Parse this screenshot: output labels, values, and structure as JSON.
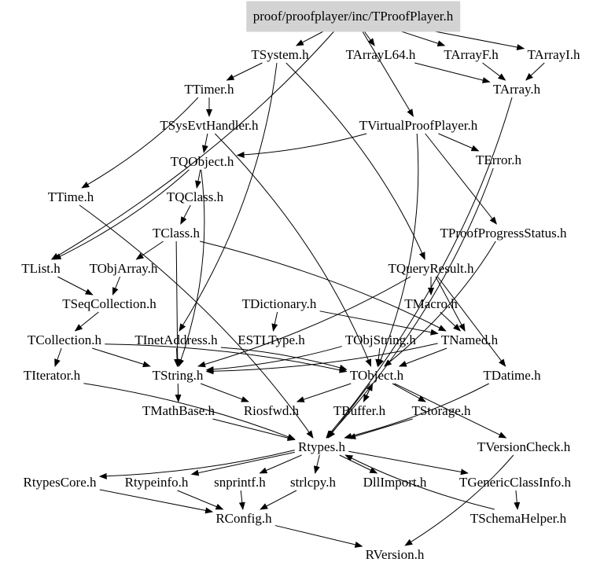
{
  "graph": {
    "title": "proof/proofplayer/inc/TProofPlayer.h",
    "colors": {
      "root_fill": "#d3d3d3",
      "edge": "#000000",
      "text": "#000000",
      "background": "#ffffff"
    },
    "nodes": [
      {
        "id": "root",
        "label": "proof/proofplayer/inc/TProofPlayer.h",
        "root": true
      },
      {
        "id": "TSystem",
        "label": "TSystem.h"
      },
      {
        "id": "TArrayL64",
        "label": "TArrayL64.h"
      },
      {
        "id": "TArrayF",
        "label": "TArrayF.h"
      },
      {
        "id": "TArrayI",
        "label": "TArrayI.h"
      },
      {
        "id": "TTimer",
        "label": "TTimer.h"
      },
      {
        "id": "TArray",
        "label": "TArray.h"
      },
      {
        "id": "TSysEvtHandler",
        "label": "TSysEvtHandler.h"
      },
      {
        "id": "TVirtualProofPlayer",
        "label": "TVirtualProofPlayer.h"
      },
      {
        "id": "TQObject",
        "label": "TQObject.h"
      },
      {
        "id": "TError",
        "label": "TError.h"
      },
      {
        "id": "TTime",
        "label": "TTime.h"
      },
      {
        "id": "TQClass",
        "label": "TQClass.h"
      },
      {
        "id": "TClass",
        "label": "TClass.h"
      },
      {
        "id": "TProofProgressStatus",
        "label": "TProofProgressStatus.h"
      },
      {
        "id": "TList",
        "label": "TList.h"
      },
      {
        "id": "TObjArray",
        "label": "TObjArray.h"
      },
      {
        "id": "TQueryResult",
        "label": "TQueryResult.h"
      },
      {
        "id": "TSeqCollection",
        "label": "TSeqCollection.h"
      },
      {
        "id": "TDictionary",
        "label": "TDictionary.h"
      },
      {
        "id": "TMacro",
        "label": "TMacro.h"
      },
      {
        "id": "TCollection",
        "label": "TCollection.h"
      },
      {
        "id": "TInetAddress",
        "label": "TInetAddress.h"
      },
      {
        "id": "ESTLType",
        "label": "ESTLType.h"
      },
      {
        "id": "TObjString",
        "label": "TObjString.h"
      },
      {
        "id": "TNamed",
        "label": "TNamed.h"
      },
      {
        "id": "TIterator",
        "label": "TIterator.h"
      },
      {
        "id": "TString",
        "label": "TString.h"
      },
      {
        "id": "TObject",
        "label": "TObject.h"
      },
      {
        "id": "TDatime",
        "label": "TDatime.h"
      },
      {
        "id": "TMathBase",
        "label": "TMathBase.h"
      },
      {
        "id": "Riosfwd",
        "label": "Riosfwd.h"
      },
      {
        "id": "TBuffer",
        "label": "TBuffer.h"
      },
      {
        "id": "TStorage",
        "label": "TStorage.h"
      },
      {
        "id": "Rtypes",
        "label": "Rtypes.h"
      },
      {
        "id": "TVersionCheck",
        "label": "TVersionCheck.h"
      },
      {
        "id": "RtypesCore",
        "label": "RtypesCore.h"
      },
      {
        "id": "Rtypeinfo",
        "label": "Rtypeinfo.h"
      },
      {
        "id": "snprintf",
        "label": "snprintf.h"
      },
      {
        "id": "strlcpy",
        "label": "strlcpy.h"
      },
      {
        "id": "DllImport",
        "label": "DllImport.h"
      },
      {
        "id": "TGenericClassInfo",
        "label": "TGenericClassInfo.h"
      },
      {
        "id": "RConfig",
        "label": "RConfig.h"
      },
      {
        "id": "TSchemaHelper",
        "label": "TSchemaHelper.h"
      },
      {
        "id": "RVersion",
        "label": "RVersion.h"
      }
    ],
    "edges": [
      [
        "root",
        "TSystem"
      ],
      [
        "root",
        "TArrayL64"
      ],
      [
        "root",
        "TArrayF"
      ],
      [
        "root",
        "TArrayI"
      ],
      [
        "root",
        "TVirtualProofPlayer"
      ],
      [
        "root",
        "TList"
      ],
      [
        "TSystem",
        "TTimer"
      ],
      [
        "TSystem",
        "TInetAddress"
      ],
      [
        "TSystem",
        "TQueryResult"
      ],
      [
        "TArrayL64",
        "TArray"
      ],
      [
        "TArrayF",
        "TArray"
      ],
      [
        "TArrayI",
        "TArray"
      ],
      [
        "TArray",
        "Rtypes"
      ],
      [
        "TTimer",
        "TSysEvtHandler"
      ],
      [
        "TTimer",
        "TTime"
      ],
      [
        "TSysEvtHandler",
        "TQObject"
      ],
      [
        "TSysEvtHandler",
        "TObject"
      ],
      [
        "TVirtualProofPlayer",
        "TQObject"
      ],
      [
        "TVirtualProofPlayer",
        "TError"
      ],
      [
        "TVirtualProofPlayer",
        "TProofProgressStatus"
      ],
      [
        "TVirtualProofPlayer",
        "TObject"
      ],
      [
        "TQObject",
        "TQClass"
      ],
      [
        "TQObject",
        "TList"
      ],
      [
        "TQObject",
        "TString"
      ],
      [
        "TQClass",
        "TClass"
      ],
      [
        "TClass",
        "TObjArray"
      ],
      [
        "TClass",
        "TString"
      ],
      [
        "TClass",
        "TNamed"
      ],
      [
        "TError",
        "Rtypes"
      ],
      [
        "TTime",
        "Rtypes"
      ],
      [
        "TProofProgressStatus",
        "TObject"
      ],
      [
        "TList",
        "TSeqCollection"
      ],
      [
        "TObjArray",
        "TSeqCollection"
      ],
      [
        "TQueryResult",
        "TDatime"
      ],
      [
        "TQueryResult",
        "TMacro"
      ],
      [
        "TQueryResult",
        "TNamed"
      ],
      [
        "TQueryResult",
        "TString"
      ],
      [
        "TSeqCollection",
        "TCollection"
      ],
      [
        "TDictionary",
        "ESTLType"
      ],
      [
        "TDictionary",
        "TNamed"
      ],
      [
        "TMacro",
        "TNamed"
      ],
      [
        "TCollection",
        "TIterator"
      ],
      [
        "TCollection",
        "TString"
      ],
      [
        "TCollection",
        "TObject"
      ],
      [
        "TInetAddress",
        "TString"
      ],
      [
        "TInetAddress",
        "TObject"
      ],
      [
        "TObjString",
        "TObject"
      ],
      [
        "TObjString",
        "TString"
      ],
      [
        "TNamed",
        "TObject"
      ],
      [
        "TNamed",
        "TString"
      ],
      [
        "TIterator",
        "Rtypes"
      ],
      [
        "TString",
        "TMathBase"
      ],
      [
        "TString",
        "Riosfwd"
      ],
      [
        "TObject",
        "Riosfwd"
      ],
      [
        "TObject",
        "Rtypes"
      ],
      [
        "TObject",
        "TBuffer"
      ],
      [
        "TObject",
        "TStorage"
      ],
      [
        "TObject",
        "TVersionCheck"
      ],
      [
        "TDatime",
        "Rtypes"
      ],
      [
        "TMathBase",
        "Rtypes"
      ],
      [
        "TBuffer",
        "TObject"
      ],
      [
        "TStorage",
        "Rtypes"
      ],
      [
        "TVersionCheck",
        "RVersion"
      ],
      [
        "Rtypes",
        "RtypesCore"
      ],
      [
        "Rtypes",
        "Rtypeinfo"
      ],
      [
        "Rtypes",
        "snprintf"
      ],
      [
        "Rtypes",
        "strlcpy"
      ],
      [
        "Rtypes",
        "DllImport"
      ],
      [
        "Rtypes",
        "TGenericClassInfo"
      ],
      [
        "RtypesCore",
        "RConfig"
      ],
      [
        "Rtypeinfo",
        "RConfig"
      ],
      [
        "snprintf",
        "RConfig"
      ],
      [
        "strlcpy",
        "RConfig"
      ],
      [
        "RConfig",
        "RVersion"
      ],
      [
        "TGenericClassInfo",
        "TSchemaHelper"
      ],
      [
        "TSchemaHelper",
        "Rtypes"
      ]
    ]
  }
}
